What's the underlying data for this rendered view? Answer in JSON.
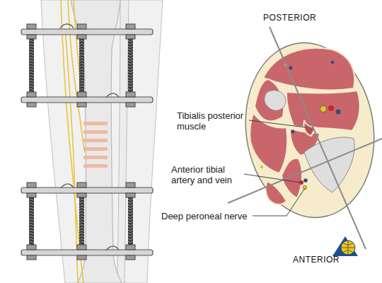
{
  "diagram": {
    "labels": [
      "POSTERIOR",
      "Tibialis posterior muscle",
      "Anterior tibial artery and vein",
      "Deep peroneal nerve",
      "ANTERIOR"
    ]
  }
}
